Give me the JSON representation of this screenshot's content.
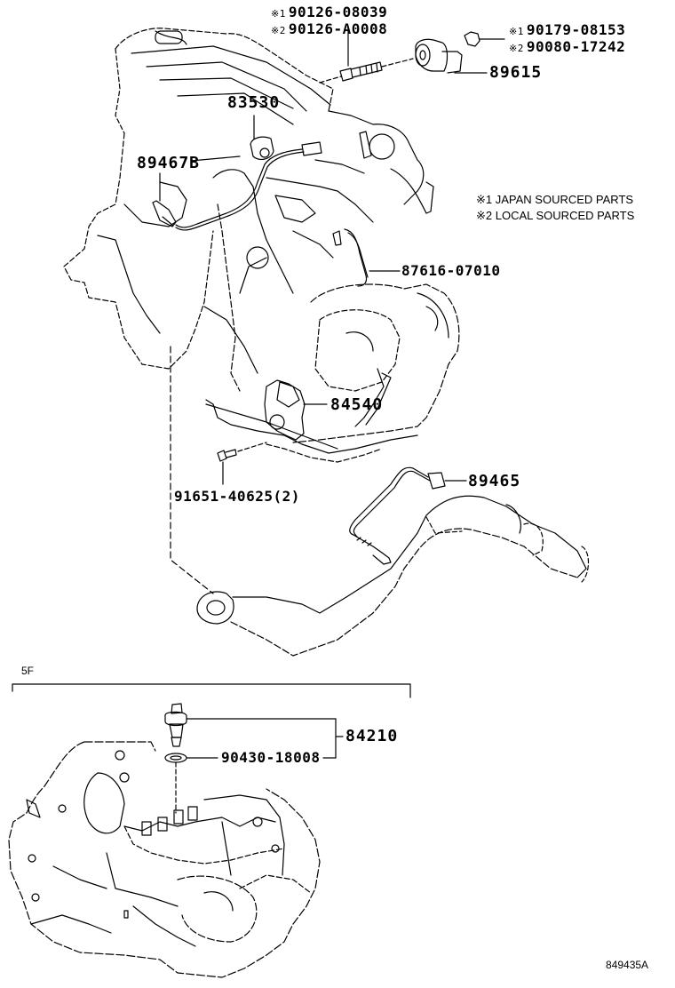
{
  "diagram": {
    "type": "parts-exploded-view",
    "figure_id": "849435A",
    "section_label": "5F"
  },
  "legend": {
    "items": [
      {
        "mark": "※1",
        "text": "JAPAN SOURCED PARTS"
      },
      {
        "mark": "※2",
        "text": "LOCAL SOURCED PARTS"
      }
    ]
  },
  "parts": {
    "stud_bolt": {
      "mark1": "※1",
      "pn1": "90126-08039",
      "mark2": "※2",
      "pn2": "90126-A0008"
    },
    "nut": {
      "mark1": "※1",
      "pn1": "90179-08153",
      "mark2": "※2",
      "pn2": "90080-17242"
    },
    "knock_sensor": {
      "pn": "89615"
    },
    "oil_pressure_switch": {
      "pn": "83530"
    },
    "oxygen_sensor_upper": {
      "pn": "89467B"
    },
    "wiring_clamp": {
      "pn": "87616-07010"
    },
    "neutral_start_switch": {
      "pn": "84540"
    },
    "bolt": {
      "pn": "91651-40625(2)"
    },
    "oxygen_sensor_lower": {
      "pn": "89465"
    },
    "backup_light_switch": {
      "pn": "84210"
    },
    "gasket": {
      "pn": "90430-18008"
    }
  }
}
